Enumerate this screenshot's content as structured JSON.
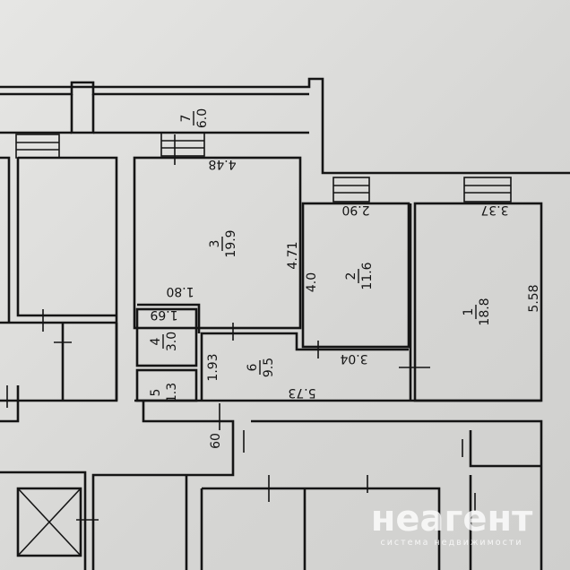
{
  "rooms": [
    {
      "number": "1",
      "area": "18.8"
    },
    {
      "number": "2",
      "area": "11.6"
    },
    {
      "number": "3",
      "area": "19.9"
    },
    {
      "number": "4",
      "area": "3.0"
    },
    {
      "number": "5",
      "area": "1.3"
    },
    {
      "number": "6",
      "area": "9.5"
    },
    {
      "number": "7",
      "area": "6.0"
    }
  ],
  "dimensions": {
    "d448": "4.48",
    "d471": "4.71",
    "d290": "2.90",
    "d337": "3.37",
    "d558": "5.58",
    "d40": "4.0",
    "d180": "1.80",
    "d169": "1.69",
    "d193": "1.93",
    "d304": "3.04",
    "d573": "5.73",
    "d60": "60"
  },
  "watermark": {
    "brand": "неагент",
    "tagline": "система недвижимости"
  }
}
